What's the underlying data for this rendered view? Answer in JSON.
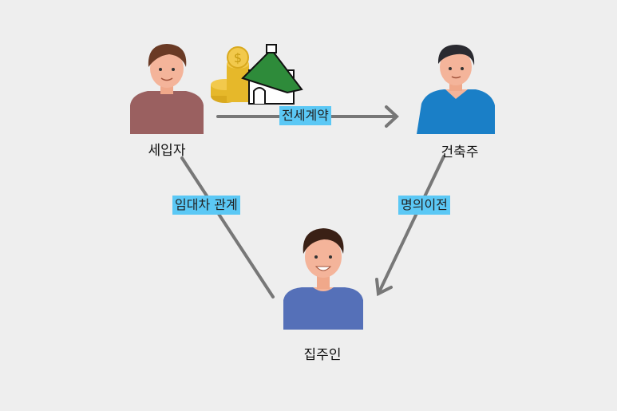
{
  "nodes": {
    "tenant": {
      "label": "세입자",
      "shirt_color": "#9a6060"
    },
    "builder": {
      "label": "건축주",
      "shirt_color": "#1a7fc7"
    },
    "owner": {
      "label": "집주인",
      "shirt_color": "#5570b8"
    }
  },
  "edges": {
    "lease_contract": {
      "label": "전세계약",
      "from": "tenant",
      "to": "builder"
    },
    "rental_relation": {
      "label": "임대차 관계",
      "from": "tenant",
      "to": "owner"
    },
    "ownership_transfer": {
      "label": "명의이전",
      "from": "builder",
      "to": "owner"
    }
  },
  "colors": {
    "background": "#eeeeee",
    "label_bg": "#5bc8f5",
    "line": "#777777",
    "roof": "#2e8b3a",
    "coin": "#e6b82a"
  }
}
